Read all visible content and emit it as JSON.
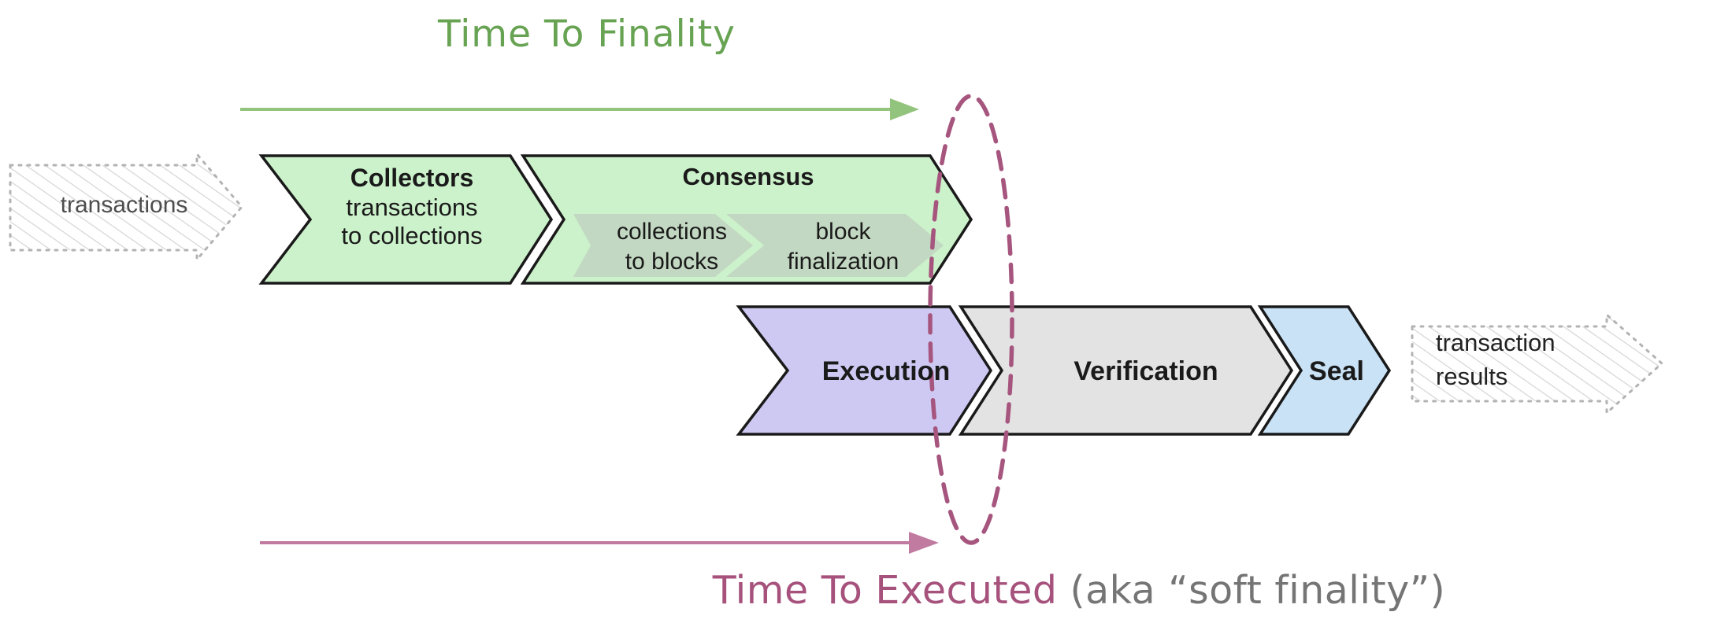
{
  "titles": {
    "time_to_finality": "Time To Finality",
    "time_to_executed": "Time To Executed",
    "time_to_executed_suffix": " (aka “soft finality”)"
  },
  "io": {
    "transactions": "transactions",
    "results_line1": "transaction",
    "results_line2": "results"
  },
  "stages": {
    "collectors": {
      "title": "Collectors",
      "lines": [
        "transactions",
        "to collections"
      ]
    },
    "consensus": {
      "title": "Consensus",
      "substeps": [
        {
          "lines": [
            "collections",
            "to blocks"
          ]
        },
        {
          "lines": [
            "block",
            "finalization"
          ]
        }
      ]
    },
    "execution": {
      "title": "Execution"
    },
    "verification": {
      "title": "Verification"
    },
    "seal": {
      "title": "Seal"
    }
  },
  "colors": {
    "stage_green": "#ccf2cb",
    "substep_green_gray": "#c2d6c1",
    "stage_lavender": "#cdc9f3",
    "stage_gray": "#e3e3e3",
    "stage_blue": "#c9e2f6",
    "outline_black": "#1a1a1a",
    "finality_green_text": "#67a353",
    "finality_green_arrow": "#93c47d",
    "executed_maroon_text": "#a6527c",
    "executed_pink_arrow": "#c27ba0",
    "soft_finality_gray_text": "#757575",
    "sketch_arrow_gray": "#b3b3b3"
  }
}
